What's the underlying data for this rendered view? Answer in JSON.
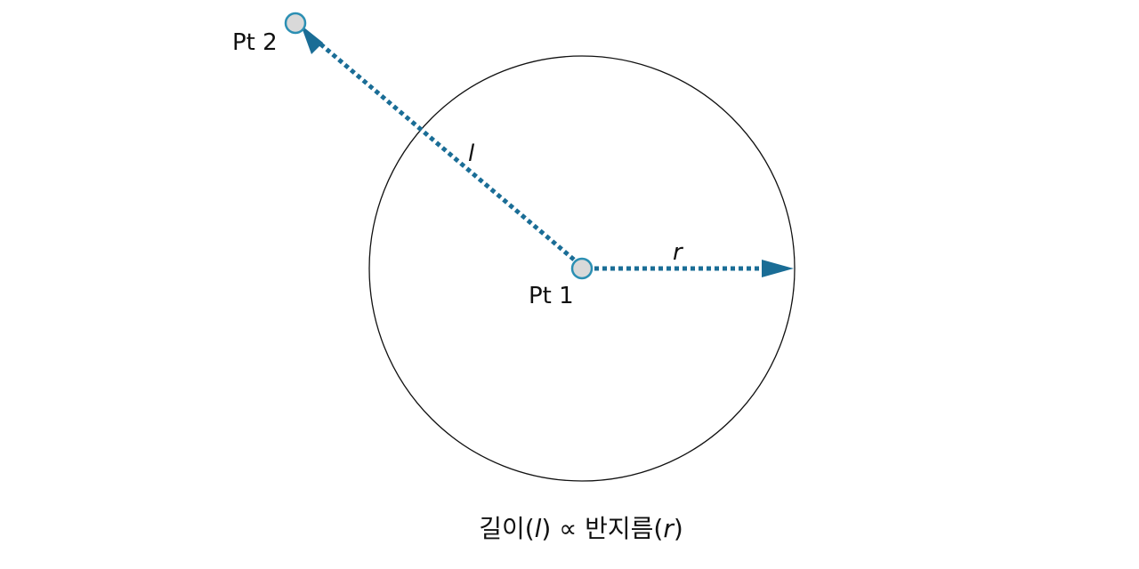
{
  "diagram": {
    "point1_label": "Pt 1",
    "point2_label": "Pt 2",
    "length_label": "l",
    "radius_label": "r",
    "caption": {
      "prefix": "길이(",
      "l": "l",
      "middle": ") ∝ 반지름(",
      "r": "r",
      "suffix": ")"
    }
  },
  "colors": {
    "arrow": "#1a6d96",
    "point_fill": "#d9d9d9",
    "point_stroke": "#2b8fb3",
    "circle_stroke": "#111111"
  }
}
